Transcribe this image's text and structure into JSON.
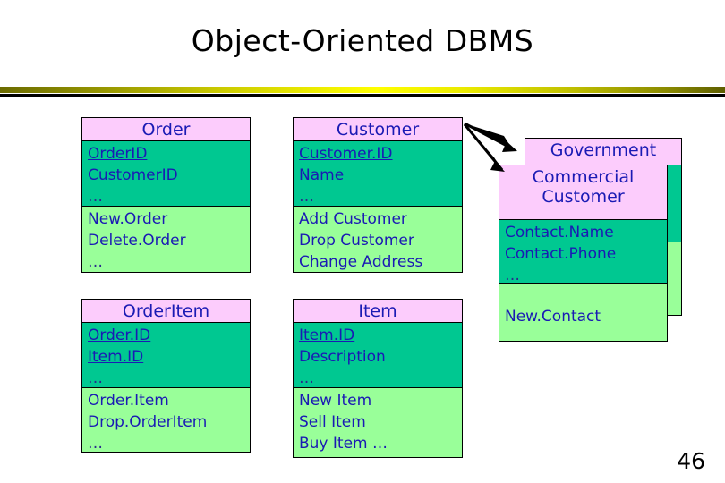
{
  "slide": {
    "title": "Object-Oriented DBMS",
    "page_number": "46",
    "accent_bar_color": "#ffff00",
    "accent_bar_edge_color": "#6b6b00",
    "rule_color": "#000000"
  },
  "palette": {
    "header_fill": "#fcccfc",
    "attributes_fill": "#00c891",
    "operations_fill": "#99ff99",
    "text_color": "#1a1ab4",
    "border_color": "#000000"
  },
  "classes": [
    {
      "id": "order",
      "name": "Order",
      "attributes": [
        "OrderID",
        "CustomerID",
        "…"
      ],
      "operations": [
        "New.Order",
        "Delete.Order",
        "…"
      ]
    },
    {
      "id": "customer",
      "name": "Customer",
      "attributes": [
        "Customer.ID",
        "Name",
        "…"
      ],
      "operations": [
        "Add Customer",
        "Drop Customer",
        "Change Address"
      ]
    },
    {
      "id": "orderitem",
      "name": "OrderItem",
      "attributes": [
        "Order.ID",
        "Item.ID",
        "…"
      ],
      "operations": [
        "Order.Item",
        "Drop.OrderItem",
        "…"
      ]
    },
    {
      "id": "item",
      "name": "Item",
      "attributes": [
        "Item.ID",
        "Description",
        "…"
      ],
      "operations": [
        "New Item",
        "Sell Item",
        "Buy Item …"
      ]
    },
    {
      "id": "government",
      "name": "Government",
      "attributes": [
        "",
        "",
        ""
      ],
      "operations": [
        ""
      ]
    },
    {
      "id": "commercial",
      "name": "Commercial Customer",
      "name_line1": "Commercial",
      "name_line2": "Customer",
      "attributes": [
        "Contact.Name",
        "Contact.Phone",
        "…"
      ],
      "operations": [
        "New.Contact"
      ]
    }
  ],
  "relationships": [
    {
      "from": "customer",
      "to": "government",
      "type": "generalization-arrow"
    },
    {
      "from": "customer",
      "to": "commercial",
      "type": "generalization-arrow"
    }
  ]
}
